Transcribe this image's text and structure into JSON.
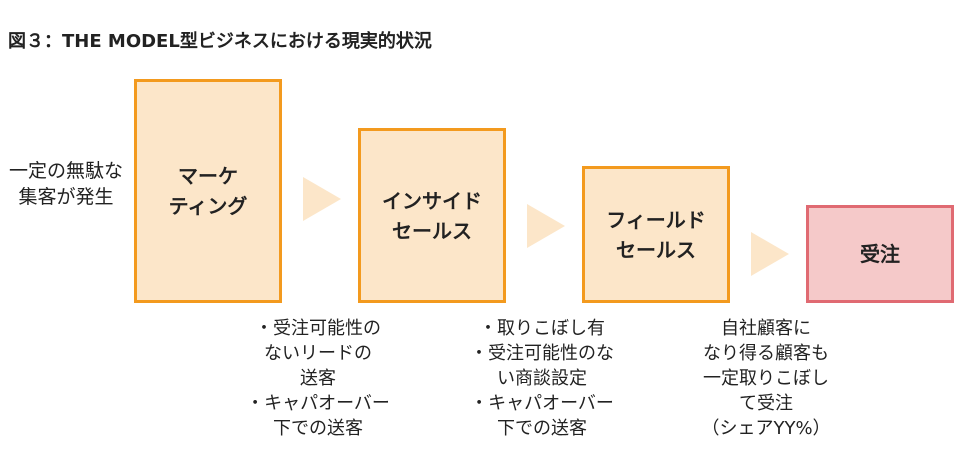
{
  "title": "図３：THE MODEL型ビジネスにおける現実的状況",
  "left_note": [
    "一定の無駄な",
    "集客が発生"
  ],
  "boxes": [
    {
      "lines": [
        "マーケ",
        "ティング"
      ]
    },
    {
      "lines": [
        "インサイド",
        "セールス"
      ]
    },
    {
      "lines": [
        "フィールド",
        "セールス"
      ]
    },
    {
      "lines": [
        "受注"
      ]
    }
  ],
  "notes": [
    {
      "lines": [
        "・受注可能性の",
        "ないリードの",
        "送客",
        "・キャパオーバー",
        "下での送客"
      ]
    },
    {
      "lines": [
        "・取りこぼし有",
        "・受注可能性のな",
        "い商談設定",
        "・キャパオーバー",
        "下での送客"
      ]
    },
    {
      "lines": [
        "自社顧客に",
        "なり得る顧客も",
        "一定取りこぼし",
        "て受注",
        "（シェアYY%）"
      ]
    }
  ],
  "colors": {
    "box_fill": "#fce6c9",
    "box_border": "#f39a1e",
    "win_fill": "#f5c9c9",
    "win_border": "#e06a72",
    "arrow": "#fce6c9"
  }
}
